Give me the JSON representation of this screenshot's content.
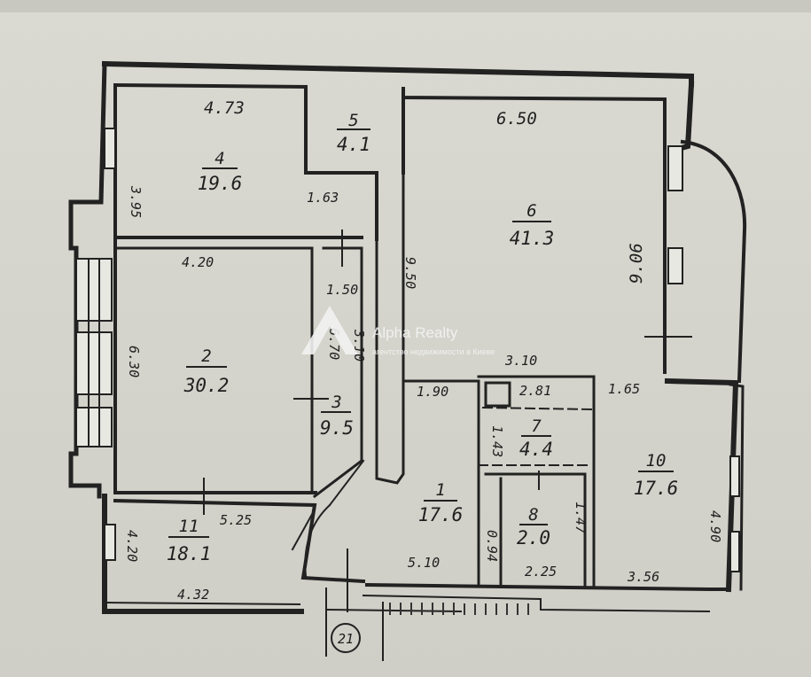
{
  "rooms": [
    {
      "id": "4",
      "number": "4",
      "area": "19.6"
    },
    {
      "id": "5",
      "number": "5",
      "area": "4.1"
    },
    {
      "id": "6",
      "number": "6",
      "area": "41.3"
    },
    {
      "id": "2",
      "number": "2",
      "area": "30.2"
    },
    {
      "id": "3",
      "number": "3",
      "area": "9.5"
    },
    {
      "id": "1",
      "number": "1",
      "area": "17.6"
    },
    {
      "id": "7",
      "number": "7",
      "area": "4.4"
    },
    {
      "id": "8",
      "number": "8",
      "area": "2.0"
    },
    {
      "id": "10",
      "number": "10",
      "area": "17.6"
    },
    {
      "id": "11",
      "number": "11",
      "area": "18.1"
    }
  ],
  "dimensions": {
    "d_473": "4.73",
    "d_395": "3.95",
    "d_163": "1.63",
    "d_650": "6.50",
    "d_906": "9.06",
    "d_420": "4.20",
    "d_150": "1.50",
    "d_950": "9.50",
    "d_630": "6.30",
    "d_670": "6.70",
    "d_310_a": "3.10",
    "d_310_b": "3.10",
    "d_190": "1.90",
    "d_281": "2.81",
    "d_165": "1.65",
    "d_143": "1.43",
    "d_525": "5.25",
    "d_420b": "4.20",
    "d_432": "4.32",
    "d_510": "5.10",
    "d_094": "0.94",
    "d_225": "2.25",
    "d_147": "1.47",
    "d_490": "4.90",
    "d_356": "3.56"
  },
  "marker": "21",
  "watermark": {
    "brand": "Alpha Realty",
    "tagline": "агентство недвижимости в Киеве"
  }
}
